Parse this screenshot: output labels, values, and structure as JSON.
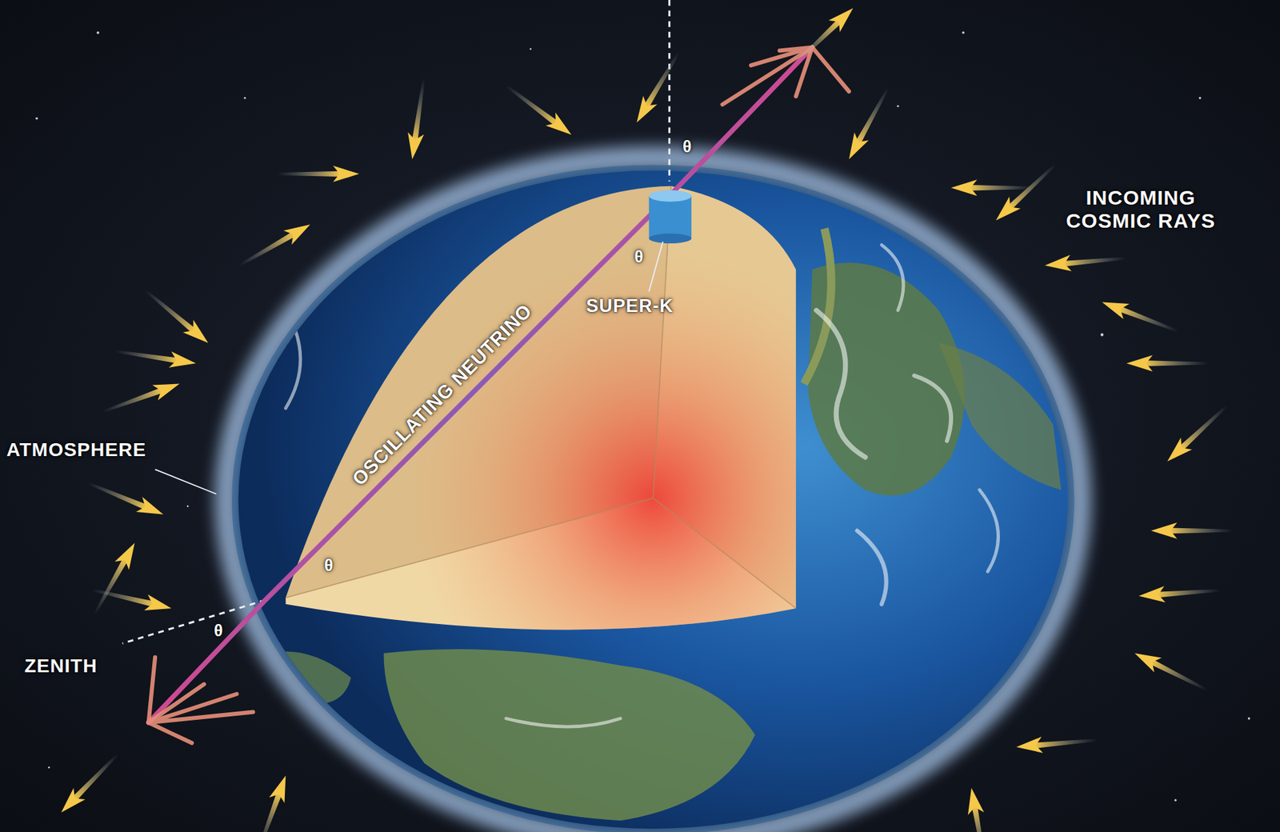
{
  "diagram": {
    "labels": [
      "θ",
      "INCOMING COSMIC RAYS",
      "θ",
      "SUPER-K",
      "OSCILLATING NEUTRINO",
      "ATMOSPHERE",
      "θ",
      "θ",
      "ZENITH"
    ]
  }
}
